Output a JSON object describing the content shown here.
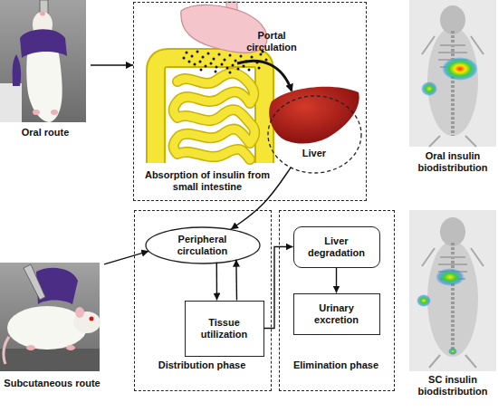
{
  "diagram": {
    "nodes": [
      {
        "text": [
          "Oral route"
        ]
      },
      {
        "text": [
          "Absorption of insulin from small intestine"
        ]
      },
      {
        "text": [
          "Liver"
        ],
        "in": 1
      },
      {
        "text": [
          "Subcutaneous route"
        ]
      },
      {
        "text": [
          "Distribution phase"
        ]
      },
      {
        "text": [
          "Peripheral circulation"
        ],
        "in": 4
      },
      {
        "text": [
          "Tissue utilization"
        ],
        "in": 4
      },
      {
        "text": [
          "Elimination phase"
        ]
      },
      {
        "text": [
          "Liver degradation"
        ],
        "in": 7
      },
      {
        "text": [
          "Urinary excretion"
        ],
        "in": 7
      }
    ],
    "edges": [
      {
        "from": 0,
        "to": 1,
        "arrow": "to"
      },
      {
        "from": 2,
        "to": 5,
        "arrow": "to"
      },
      {
        "from": 3,
        "to": 5,
        "arrow": "to"
      },
      {
        "from": 5,
        "to": 6,
        "arrow": "to"
      },
      {
        "from": 6,
        "to": 5,
        "arrow": "to"
      },
      {
        "from": 6,
        "to": 8,
        "arrow": "to"
      },
      {
        "from": 8,
        "to": 9,
        "arrow": "to"
      }
    ],
    "labels": [
      "Portal circulation",
      "Oral insulin biodistribution",
      "SC insulin biodistribution"
    ]
  }
}
